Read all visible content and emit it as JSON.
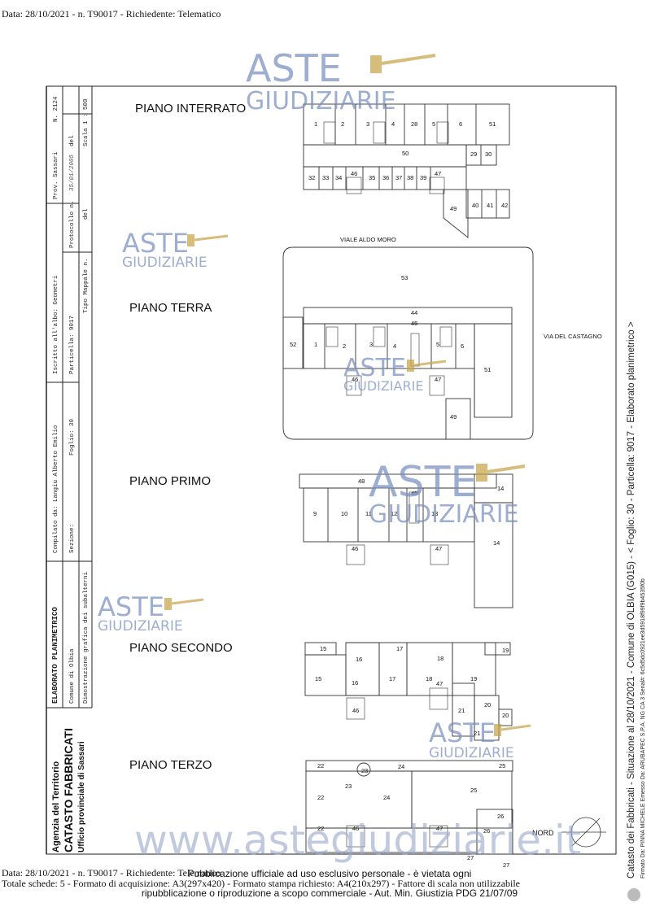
{
  "header": {
    "top_line": "Data: 28/10/2021 - n. T90017 - Richiedente: Telematico",
    "bottom_line1": "Data: 28/10/2021 - n. T90017 - Richiedente: Telematico",
    "bottom_line2": "Totale schede: 5 - Formato di acquisizione: A3(297x420) - Formato stampa richiesto: A4(210x297) - Fattore di scala non utilizzabile"
  },
  "publication_notice": {
    "line1": "Pubblicazione ufficiale ad uso esclusivo personale - è vietata ogni",
    "line2": "ripubblicazione o riproduzione a scopo commerciale - Aut. Min. Giustizia PDG 21/07/09"
  },
  "watermark": {
    "brand_top": "ASTE",
    "brand_bottom": "GIUDIZIARIE",
    "site": "www.astegiudiziarie.it",
    "color": "#7a8fc0"
  },
  "title_block": {
    "agency": "Agenzia del Territorio",
    "catasto": "CATASTO FABBRICATI",
    "office": "Ufficio provinciale di Sassari",
    "doc_title": "ELABORATO PLANIMETRICO",
    "compiled_by": "Compilato da: Langiu Alberto Emilio",
    "registered": "Iscritto all'albo: Geometri",
    "province": "Prov. Sassari",
    "number": "N. 2124",
    "comune": "Comune di Olbia",
    "sezione": "Sezione:",
    "foglio": "Foglio: 30",
    "particella": "Particella: 9017",
    "protocollo": "Protocollo n.",
    "protocollo_value": "35/01/2005",
    "del": "del",
    "dimostrazione": "Dimostrazione grafica dei subalterni",
    "tipo_mappale": "Tipo Mappale n.",
    "del2": "del",
    "scala": "Scala 1 : 500"
  },
  "right_margin": {
    "line1": "Catasto dei Fabbricati - Situazione al 28/10/2021 - Comune di OLBIA (G015) - < Foglio: 30 - Particella: 9017 - Elaborato planimetrico >",
    "line2": "Firmato Da: PINNA MICHELE Emesso Da: ARUBAPEC S.P.A. NG CA 3 Serial#: 6c5d5dc0921ee3d5918f99f9b4535f0b"
  },
  "floors": {
    "interrato": "PIANO INTERRATO",
    "terra": "PIANO TERRA",
    "primo": "PIANO PRIMO",
    "secondo": "PIANO SECONDO",
    "terzo": "PIANO TERZO"
  },
  "streets": {
    "aldo_moro": "VIALE ALDO MORO",
    "castagno": "VIA DEL CASTAGNO"
  },
  "north_label": "NORD",
  "units": {
    "interrato": [
      "1",
      "2",
      "3",
      "4",
      "28",
      "5",
      "6",
      "51",
      "50",
      "29",
      "30",
      "32",
      "33",
      "34",
      "46",
      "35",
      "36",
      "37",
      "38",
      "39",
      "47",
      "49",
      "40",
      "41",
      "42"
    ],
    "terra": [
      "53",
      "44",
      "45",
      "52",
      "1",
      "2",
      "3",
      "4",
      "5",
      "6",
      "51",
      "46",
      "47",
      "49"
    ],
    "primo": [
      "48",
      "45",
      "14",
      "9",
      "10",
      "11",
      "12",
      "13",
      "14",
      "46",
      "47"
    ],
    "secondo": [
      "15",
      "17",
      "18",
      "19",
      "15",
      "16",
      "16",
      "17",
      "18",
      "19",
      "47",
      "46",
      "21",
      "20",
      "20",
      "21"
    ],
    "terzo": [
      "22",
      "23",
      "24",
      "25",
      "23",
      "22",
      "24",
      "25",
      "22",
      "26",
      "26",
      "46",
      "47",
      "27",
      "27"
    ]
  }
}
